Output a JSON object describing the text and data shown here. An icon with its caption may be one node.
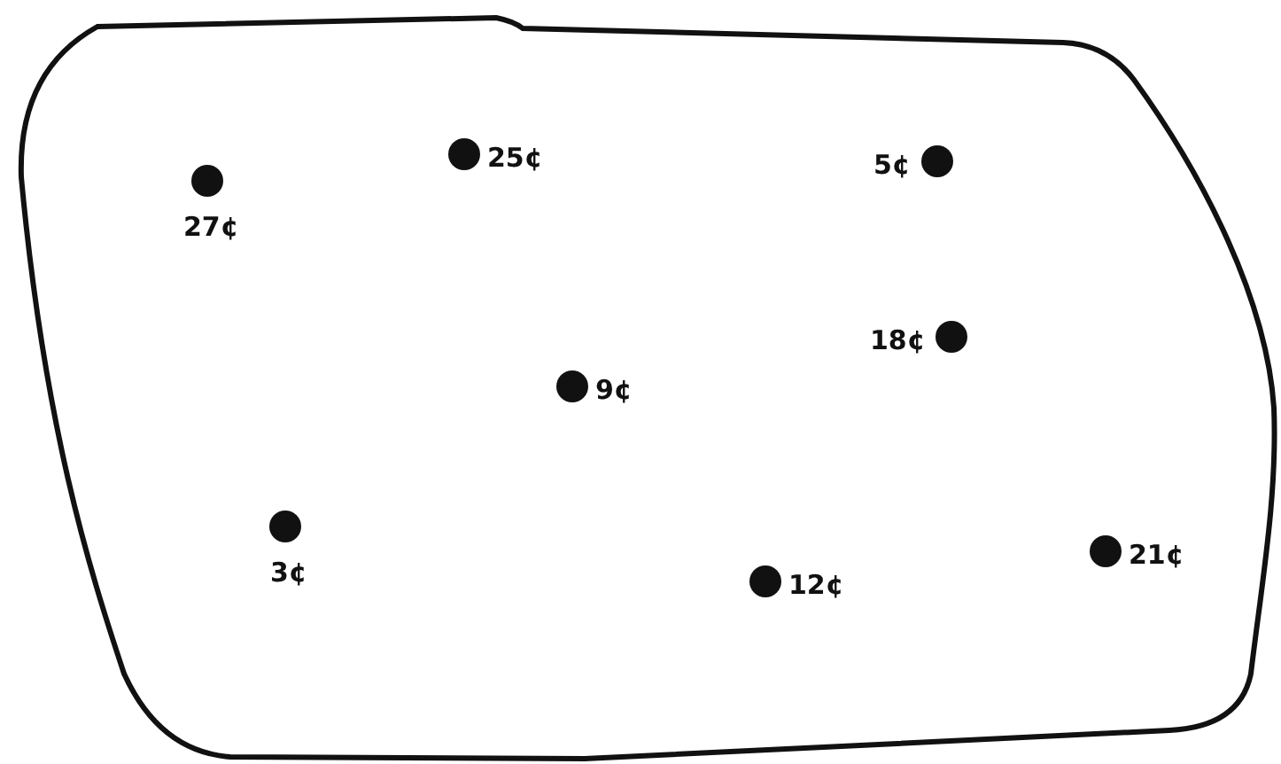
{
  "diagram": {
    "nodes": [
      {
        "text": [],
        "shape": "box"
      },
      {
        "text": [],
        "shape": "circle",
        "in": 0,
        "beside": [
          "25¢"
        ]
      },
      {
        "text": [],
        "shape": "circle",
        "in": 0,
        "beside": [
          "5¢"
        ]
      },
      {
        "text": [],
        "shape": "circle",
        "in": 0,
        "beside": [
          "27¢"
        ]
      },
      {
        "text": [],
        "shape": "circle",
        "in": 0,
        "beside": [
          "18¢"
        ]
      },
      {
        "text": [],
        "shape": "circle",
        "in": 0,
        "beside": [
          "9¢"
        ]
      },
      {
        "text": [],
        "shape": "circle",
        "in": 0,
        "beside": [
          "3¢"
        ]
      },
      {
        "text": [],
        "shape": "circle",
        "in": 0,
        "beside": [
          "21¢"
        ]
      },
      {
        "text": [],
        "shape": "circle",
        "in": 0,
        "beside": [
          "12¢"
        ]
      }
    ]
  }
}
